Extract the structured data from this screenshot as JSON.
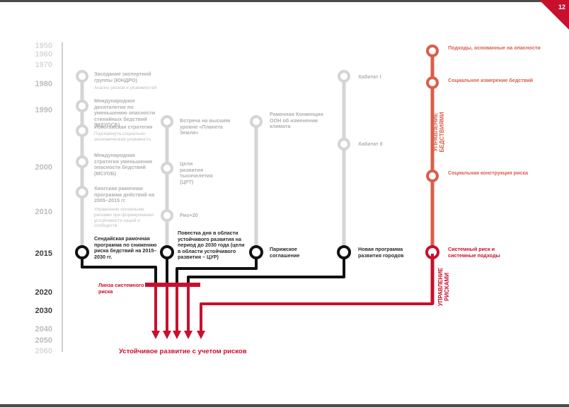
{
  "page_number": "12",
  "years": [
    "1950",
    "1960",
    "1970",
    "1980",
    "1990",
    "2000",
    "2010",
    "2015",
    "2020",
    "2030",
    "2040",
    "2050",
    "2060"
  ],
  "col1": {
    "event1_title": "Заседание экспертной группы (ЮНДРО)",
    "event1_sub": "Анализ рисков и уязвимостей",
    "event2_title": "Международное десятилетие по уменьшению опасности стихийных бедствий (МДУОСБ)",
    "event3_title": "Йокогамская стратегия",
    "event3_sub": "Подчеркнута социально-экономическая уязвимость",
    "event4_title": "Международная стратегия уменьшения опасности бедствий (МСУОБ)",
    "event5_title": "Хиогская рамочная программа действий на 2005–2015 гг.",
    "event5_sub": "Управление основными рисками при формировании устойчивости наций и сообществ",
    "event6_title": "Сендайская рамочная программа по снижению риска бедствий на 2015–2030 гг."
  },
  "col2": {
    "event1": "Встреча на высшем уровне «Планета Земля»",
    "event2": "Цели развития тысячелетия (ЦРТ)",
    "event3": "Рио+20",
    "event4": "Повестка дня в области устойчивого развития на период до 2030 года (цели в области устойчивого развития – ЦУР)"
  },
  "col3": {
    "event1": "Рамочная Конвенция ООН об изменении климата",
    "event2": "Парижское соглашение"
  },
  "col4": {
    "event1": "Хабитат I",
    "event2": "Хабитат II",
    "event3": "Новая программа развития городов"
  },
  "col5": {
    "event1": "Подходы, основанные на опасности",
    "event2": "Социальное измерение бедствий",
    "event3": "Социальная конструкция риска",
    "event4": "Системный риск и системные подходы"
  },
  "vertical_labels": {
    "upper": "УПРАВЛЕНИЕ БЕДСТВИЯМИ",
    "lower": "УПРАВЛЕНИЕ РИСКАМИ"
  },
  "lens_label": "Линза системного риска",
  "final_label": "Устойчивое развитие с учетом рисков",
  "colors": {
    "grey": "#d4d4d4",
    "black": "#111111",
    "red": "#c8102e",
    "salmon": "#d95f4b"
  }
}
